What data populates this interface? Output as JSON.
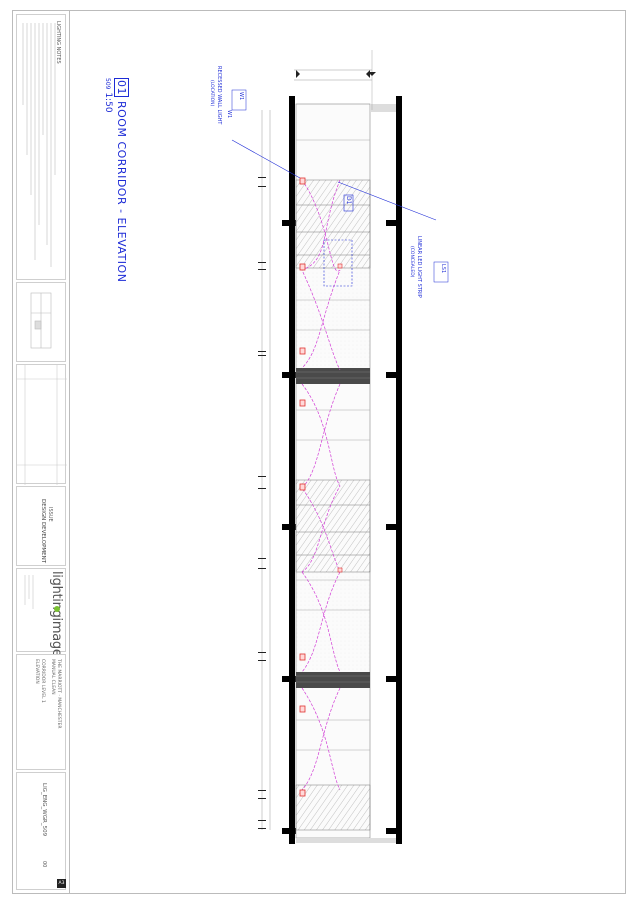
{
  "drawing_title": {
    "number": "01",
    "name": "ROOM CORRIDOR - ELEVATION",
    "sheet_ref": "509",
    "scale": "1:50"
  },
  "notes": {
    "heading": "LIGHTING NOTES"
  },
  "tags": {
    "wall": {
      "code": "W1",
      "desc": "RECESSED WALL LIGHT",
      "sub": "(LOCATION)"
    },
    "strip": {
      "code": "LS1",
      "desc": "LINEAR LED LIGHT STRIP",
      "sub": "(CONCEALED)"
    },
    "door_ref": "D1"
  },
  "title_block": {
    "stage_line1": "ISSUE",
    "stage_line2": "DESIGN DEVELOPMENT",
    "company": "lightingimages",
    "project_line1": "THE MARRIOTT · MANCHESTER",
    "project_line2": "MANUAL CLEAN",
    "drawing_line1": "CORRIDOR LEVEL 1",
    "drawing_line2": "ELEVATION",
    "date_line": "LIG_ENG_WGR_509",
    "rev": "00",
    "sheet": "A3"
  },
  "colors": {
    "annotation_blue": "#1d2bd6",
    "light_magenta": "#d23cd6",
    "fixture_red": "#e0312f",
    "logo_green": "#7ac231"
  }
}
